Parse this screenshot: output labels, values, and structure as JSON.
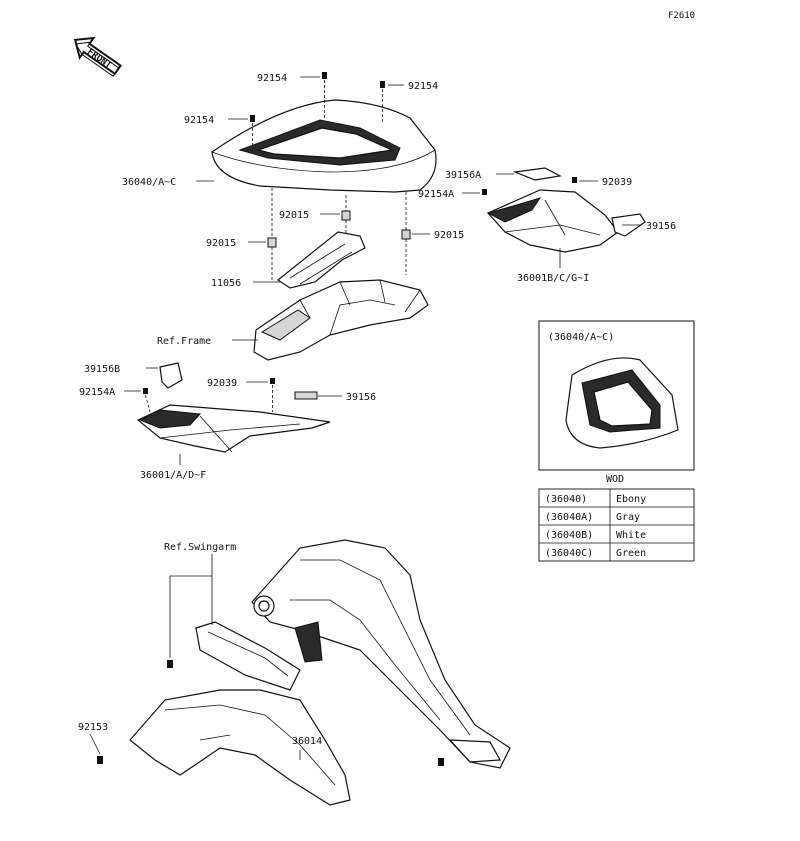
{
  "figure_code": "F2610",
  "front_label": "FRONT",
  "callouts": {
    "c92154_top": "92154",
    "c92154_right": "92154",
    "c92154_left": "92154",
    "c36040": "36040/A~C",
    "c92015_mid": "92015",
    "c92015_left": "92015",
    "c92015_right": "92015",
    "c11056": "11056",
    "c_ref_frame": "Ref.Frame",
    "c39156A": "39156A",
    "c92154A_right": "92154A",
    "c92039_right": "92039",
    "c39156_right": "39156",
    "c36001B": "36001B/C/G~I",
    "c39156B": "39156B",
    "c92154A_left": "92154A",
    "c92039_left": "92039",
    "c39156_left": "39156",
    "c36001": "36001/A/D~F",
    "c_ref_swingarm": "Ref.Swingarm",
    "c92153": "92153",
    "c36014": "36014"
  },
  "inset": {
    "title": "(36040/A~C)"
  },
  "color_table": {
    "header": "WOD",
    "rows": [
      {
        "part": "(36040)",
        "color": "Ebony"
      },
      {
        "part": "(36040A)",
        "color": "Gray"
      },
      {
        "part": "(36040B)",
        "color": "White"
      },
      {
        "part": "(36040C)",
        "color": "Green"
      }
    ]
  }
}
